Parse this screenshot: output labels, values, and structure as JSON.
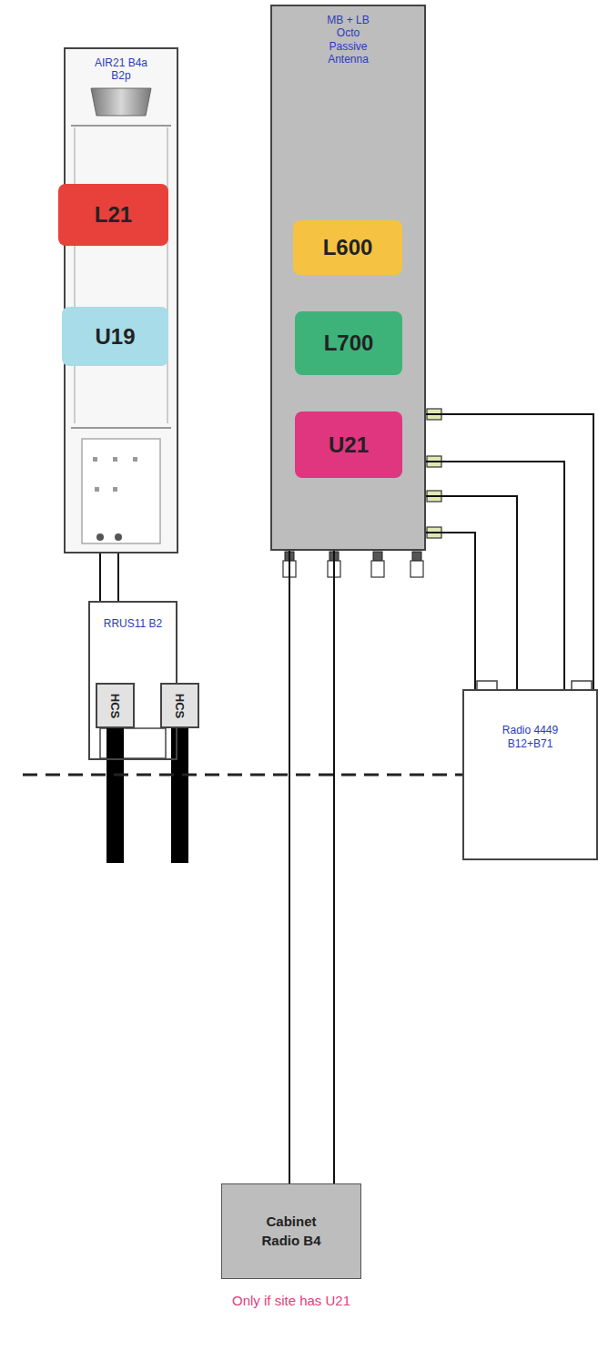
{
  "diagram": {
    "nodes": [
      {
        "text": [
          "AIR21 B4a B2p"
        ]
      },
      {
        "text": [
          "L21"
        ],
        "in": 0
      },
      {
        "text": [
          "U19"
        ],
        "in": 0
      },
      {
        "text": [
          "MB + LB Octo Passive Antenna"
        ]
      },
      {
        "text": [
          "L600"
        ],
        "in": 3
      },
      {
        "text": [
          "L700"
        ],
        "in": 3
      },
      {
        "text": [
          "U21"
        ],
        "in": 3
      },
      {
        "text": [
          "RRUS11 B2"
        ]
      },
      {
        "text": [
          "Radio 4449 B12+B71"
        ]
      },
      {
        "text": [
          "HCS"
        ]
      },
      {
        "text": [
          "HCS"
        ]
      },
      {
        "text": [
          "Cabinet Radio B4"
        ]
      }
    ],
    "edges": [
      {
        "from": 7,
        "to": 0,
        "arrow": "none"
      },
      {
        "from": 7,
        "to": 0,
        "arrow": "none"
      },
      {
        "from": 8,
        "to": 3,
        "arrow": "none"
      },
      {
        "from": 8,
        "to": 3,
        "arrow": "none"
      },
      {
        "from": 8,
        "to": 3,
        "arrow": "none"
      },
      {
        "from": 8,
        "to": 3,
        "arrow": "none"
      },
      {
        "from": 11,
        "to": 3,
        "arrow": "none"
      },
      {
        "from": 11,
        "to": 3,
        "arrow": "none"
      }
    ],
    "labels": [
      "Only if site has U21"
    ]
  }
}
